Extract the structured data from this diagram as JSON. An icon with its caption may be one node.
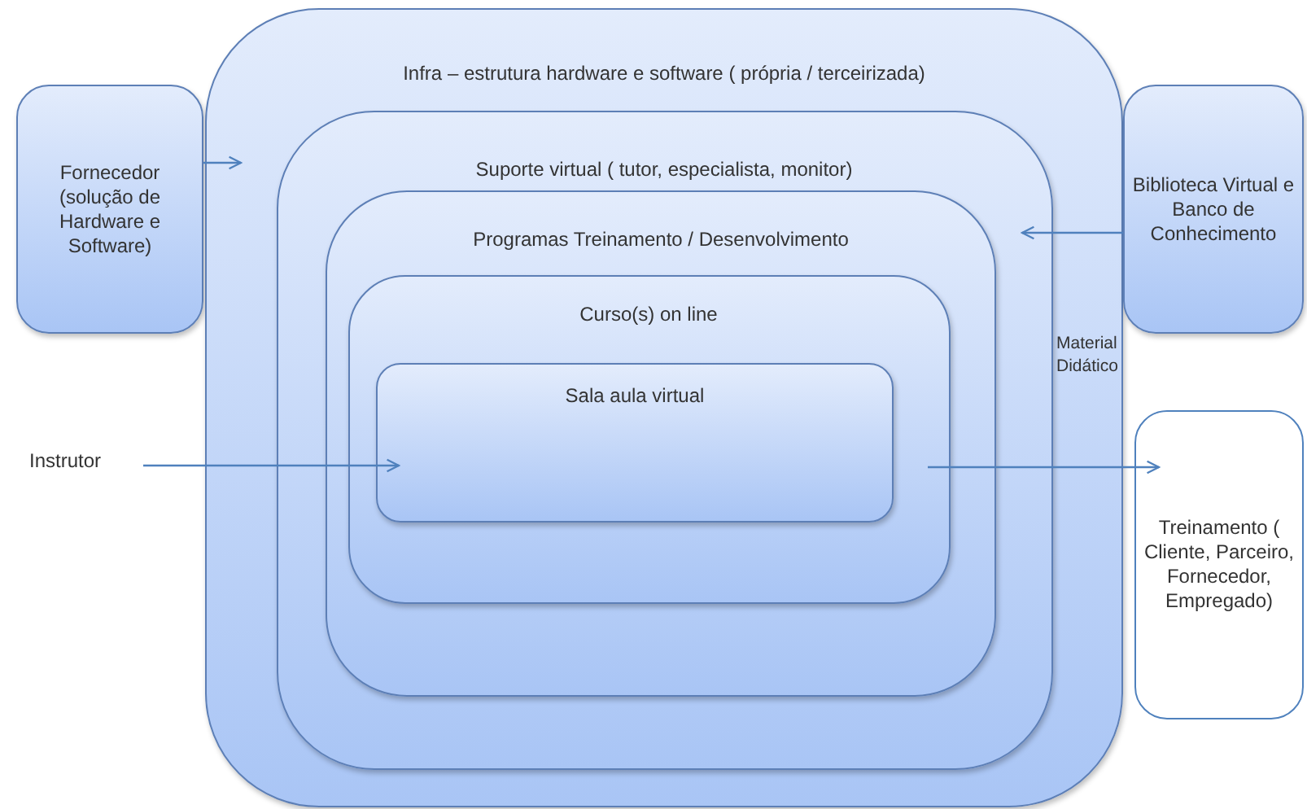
{
  "diagram": {
    "nodes": [
      {
        "text": [
          "Fornecedor (solução de Hardware e Software)"
        ]
      },
      {
        "text": [
          "Infra – estrutura hardware e software ( própria / terceirizada)"
        ]
      },
      {
        "text": [
          "Suporte virtual ( tutor, especialista, monitor)"
        ],
        "in": 1
      },
      {
        "text": [
          "Programas Treinamento / Desenvolvimento"
        ],
        "in": 2
      },
      {
        "text": [
          "Curso(s) on line"
        ],
        "in": 3
      },
      {
        "text": [
          "Sala aula virtual"
        ],
        "in": 4
      },
      {
        "text": [
          "Biblioteca Virtual e Banco de Conhecimento"
        ]
      },
      {
        "text": [
          "Instrutor"
        ]
      },
      {
        "text": [
          "Treinamento ( Cliente, Parceiro, Fornecedor, Empregado)"
        ]
      }
    ],
    "edges": [
      {
        "from": 0,
        "to": 1,
        "arrow": "to"
      },
      {
        "from": 6,
        "to": 2,
        "arrow": "to"
      },
      {
        "from": 7,
        "to": 5,
        "arrow": "to"
      },
      {
        "from": 5,
        "to": 8,
        "arrow": "to"
      }
    ],
    "labels": [
      "Material Didático"
    ]
  }
}
